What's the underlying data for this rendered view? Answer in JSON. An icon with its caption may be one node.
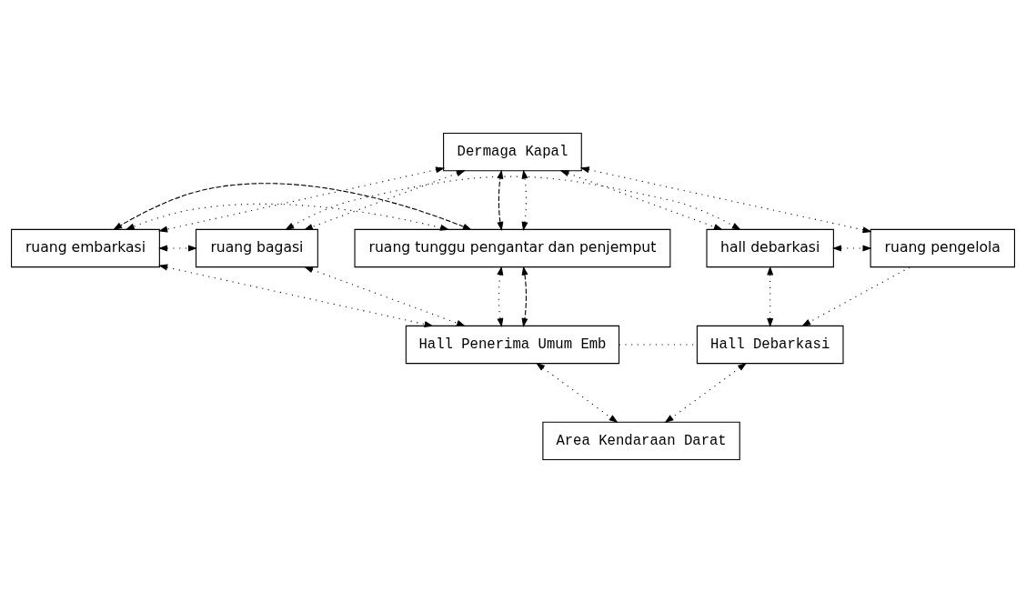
{
  "diagram": {
    "nodes": [
      {
        "text": [
          "Dermaga Kapal"
        ]
      },
      {
        "text": [
          "ruang tunggu pengantar dan penjemput"
        ]
      },
      {
        "text": [
          "ruang embarkasi"
        ]
      },
      {
        "text": [
          "ruang bagasi"
        ]
      },
      {
        "text": [
          "hall debarkasi"
        ]
      },
      {
        "text": [
          "ruang pengelola"
        ]
      },
      {
        "text": [
          "Hall Penerima Umum Emb"
        ]
      },
      {
        "text": [
          "Hall Debarkasi"
        ]
      },
      {
        "text": [
          "Area Kendaraan Darat"
        ]
      }
    ],
    "edges": [
      {
        "from": 1,
        "to": 0,
        "arrow": "both",
        "style": "dashed"
      },
      {
        "from": 1,
        "to": 0,
        "arrow": "both"
      },
      {
        "from": 0,
        "to": 2,
        "arrow": "both"
      },
      {
        "from": 0,
        "to": 3,
        "arrow": "both"
      },
      {
        "from": 0,
        "to": 4,
        "arrow": "both"
      },
      {
        "from": 0,
        "to": 5,
        "arrow": "both"
      },
      {
        "from": 1,
        "to": 2,
        "arrow": "both"
      },
      {
        "from": 1,
        "to": 2,
        "arrow": "both",
        "style": "dashed"
      },
      {
        "from": 2,
        "to": 3,
        "arrow": "both"
      },
      {
        "from": 3,
        "to": 4,
        "arrow": "both"
      },
      {
        "from": 4,
        "to": 5,
        "arrow": "both"
      },
      {
        "from": 1,
        "to": 6,
        "arrow": "both"
      },
      {
        "from": 1,
        "to": 6,
        "arrow": "both",
        "style": "dashed"
      },
      {
        "from": 2,
        "to": 6,
        "arrow": "both"
      },
      {
        "from": 3,
        "to": 6,
        "arrow": "both"
      },
      {
        "from": 4,
        "to": 7,
        "arrow": "both"
      },
      {
        "from": 5,
        "to": 7,
        "arrow": "to"
      },
      {
        "from": 6,
        "to": 7,
        "arrow": "none"
      },
      {
        "from": 6,
        "to": 8,
        "arrow": "both"
      },
      {
        "from": 7,
        "to": 8,
        "arrow": "both"
      }
    ]
  }
}
